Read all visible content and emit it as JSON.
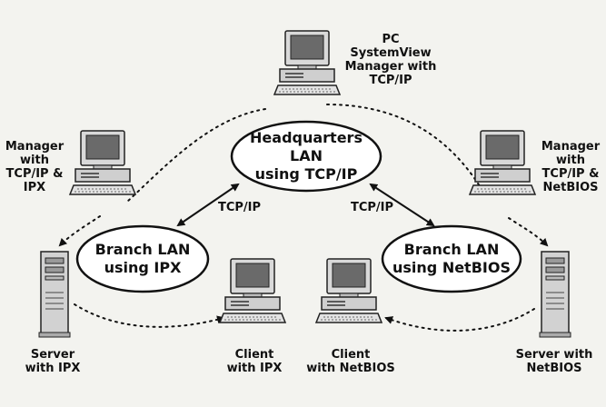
{
  "diagram": {
    "networks": {
      "hq": "Headquarters LAN\nusing TCP/IP",
      "ipx": "Branch LAN\nusing IPX",
      "netbios": "Branch LAN\nusing NetBIOS"
    },
    "nodes": {
      "pc_manager": "PC\nSystemView\nManager with\nTCP/IP",
      "mgr_ipx": "Manager\nwith\nTCP/IP &\nIPX",
      "mgr_netbios": "Manager\nwith\nTCP/IP &\nNetBIOS",
      "server_ipx": "Server\nwith IPX",
      "client_ipx": "Client\nwith IPX",
      "client_netbios": "Client\nwith NetBIOS",
      "server_netbios": "Server with\nNetBIOS"
    },
    "links": {
      "left": "TCP/IP",
      "right": "TCP/IP"
    },
    "icons": [
      "desktop-computer-icon",
      "tower-server-icon"
    ]
  }
}
